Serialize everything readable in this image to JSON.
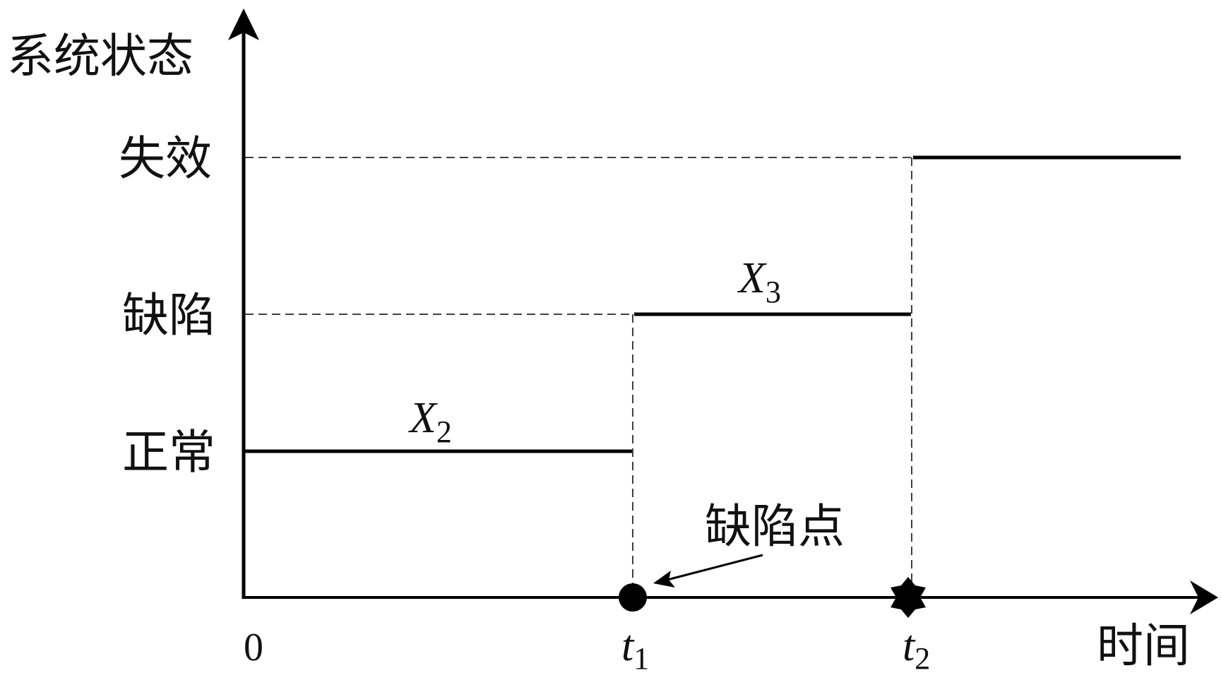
{
  "diagram": {
    "y_axis_label": "系统状态",
    "x_axis_label": "时间",
    "states": [
      {
        "name": "失效",
        "level": 3
      },
      {
        "name": "缺陷",
        "level": 2
      },
      {
        "name": "正常",
        "level": 1
      }
    ],
    "segments": [
      {
        "label_var": "X",
        "label_sub": "2",
        "state": "正常",
        "from": "0",
        "to": "t1"
      },
      {
        "label_var": "X",
        "label_sub": "3",
        "state": "缺陷",
        "from": "t1",
        "to": "t2"
      },
      {
        "state": "失效",
        "from": "t2",
        "to": "end"
      }
    ],
    "ticks": {
      "origin": "0",
      "t1_var": "t",
      "t1_sub": "1",
      "t2_var": "t",
      "t2_sub": "2"
    },
    "annotation": "缺陷点",
    "markers": {
      "t1": "circle-icon",
      "t2": "star-icon"
    }
  }
}
